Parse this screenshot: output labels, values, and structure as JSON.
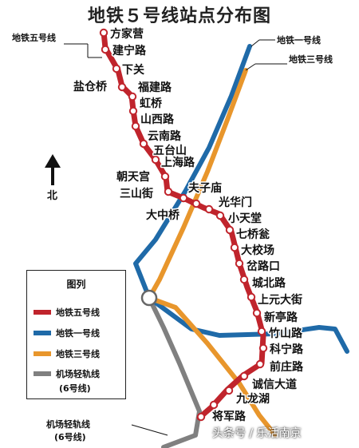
{
  "title": "地铁５号线站点分布图",
  "colors": {
    "line5": "#c0242c",
    "line1": "#1f6aa8",
    "line3": "#e8962c",
    "line6": "#808080"
  },
  "callouts": {
    "line5": "地铁五号线",
    "line1": "地铁一号线",
    "line3": "地铁三号线",
    "line6_a": "机场轻轨线",
    "line6_b": "(6号线)"
  },
  "north_label": "北",
  "line5_stations": [
    "方家营",
    "建宁路",
    "下关",
    "盐仓桥",
    "福建路",
    "虹桥",
    "山西路",
    "云南路",
    "五台山",
    "上海路",
    "朝天宫",
    "三山街",
    "夫子庙",
    "大中桥",
    "光华门",
    "小天堂",
    "七桥瓮",
    "大校场",
    "岔路口",
    "城北路",
    "上元大街",
    "新亭路",
    "竹山路",
    "科宁路",
    "前庄路",
    "诚信大道",
    "九龙湖",
    "将军路"
  ],
  "legend": {
    "title": "图列",
    "items": [
      {
        "label": "地铁五号线",
        "color": "#c0242c"
      },
      {
        "label": "地铁一号线",
        "color": "#1f6aa8"
      },
      {
        "label": "地铁三号线",
        "color": "#e8962c"
      },
      {
        "label": "机场轻轨线",
        "color": "#808080"
      }
    ],
    "sub": "(6号线)"
  },
  "watermark": "头条号 / 乐活南京"
}
